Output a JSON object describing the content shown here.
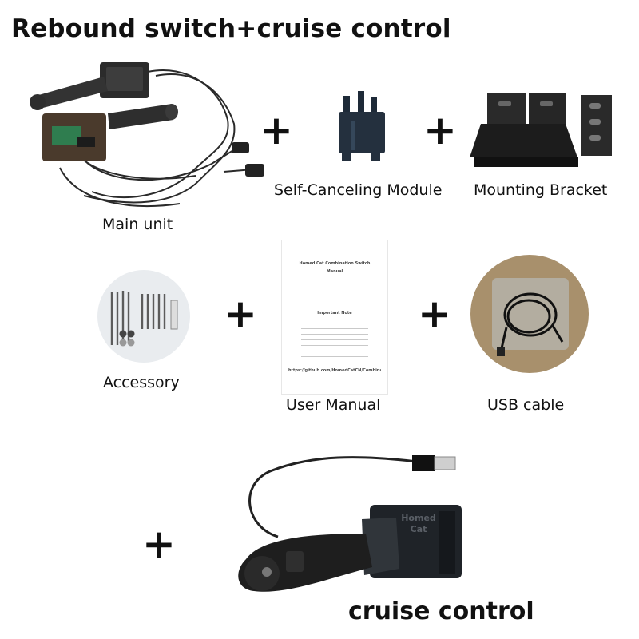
{
  "header": {
    "title": "Rebound switch+cruise control"
  },
  "items": {
    "main_unit": {
      "label": "Main unit"
    },
    "self_canceling": {
      "label": "Self-Canceling Module"
    },
    "mounting_bracket": {
      "label": "Mounting Bracket"
    },
    "accessory": {
      "label": "Accessory"
    },
    "user_manual": {
      "label": "User Manual",
      "doc_title": "Homed Cat Combination Switch",
      "doc_subtitle": "Manual",
      "doc_heading": "Important Note",
      "doc_link": "https://github.com/HomedCatCN/Combination-Switch"
    },
    "usb_cable": {
      "label": "USB cable"
    },
    "cruise_control": {
      "label": "cruise control",
      "module_text": "Homed Cat"
    }
  },
  "plus_sign": "+",
  "icons": [
    "main-unit-switch-icon",
    "self-canceling-module-icon",
    "mounting-bracket-icon",
    "accessory-kit-icon",
    "user-manual-icon",
    "usb-cable-icon",
    "cruise-control-stalk-icon"
  ]
}
